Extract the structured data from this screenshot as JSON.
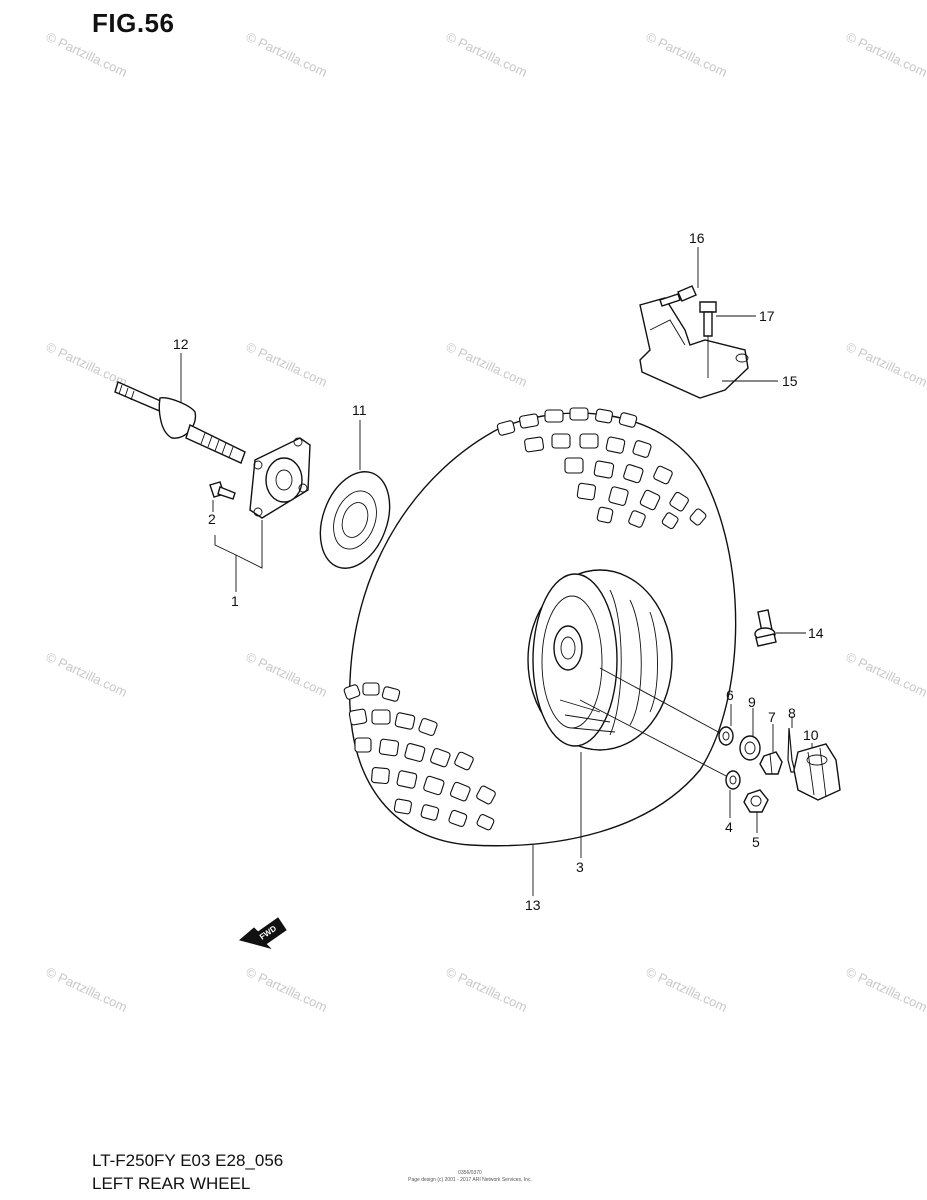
{
  "figure": {
    "title": "FIG.56"
  },
  "footer": {
    "model_code": "LT-F250FY E03 E28_056",
    "section_name": "LEFT REAR WHEEL",
    "page_ref": "0356/0370",
    "copyright": "Page design (c) 2001 - 2017 ARI Network Services, Inc."
  },
  "watermark": {
    "text": "© Partzilla.com"
  },
  "fwd_arrow": {
    "label": "FWD"
  },
  "callouts": [
    {
      "id": "1",
      "label": "1"
    },
    {
      "id": "2",
      "label": "2"
    },
    {
      "id": "3",
      "label": "3"
    },
    {
      "id": "4",
      "label": "4"
    },
    {
      "id": "5",
      "label": "5"
    },
    {
      "id": "6",
      "label": "6"
    },
    {
      "id": "7",
      "label": "7"
    },
    {
      "id": "8",
      "label": "8"
    },
    {
      "id": "9",
      "label": "9"
    },
    {
      "id": "10",
      "label": "10"
    },
    {
      "id": "11",
      "label": "11"
    },
    {
      "id": "12",
      "label": "12"
    },
    {
      "id": "13",
      "label": "13"
    },
    {
      "id": "14",
      "label": "14"
    },
    {
      "id": "15",
      "label": "15"
    },
    {
      "id": "16",
      "label": "16"
    },
    {
      "id": "17",
      "label": "17"
    }
  ]
}
